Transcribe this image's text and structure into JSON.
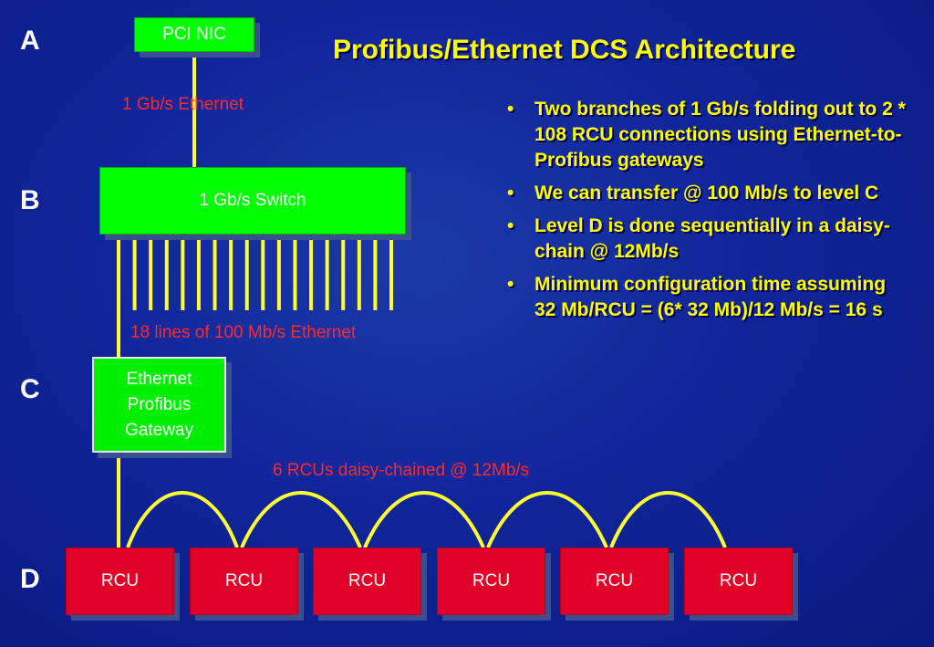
{
  "title": "Profibus/Ethernet DCS Architecture",
  "levels": [
    "A",
    "B",
    "C",
    "D"
  ],
  "nodes": {
    "nic": "PCI NIC",
    "switch": "1 Gb/s Switch",
    "gateway": [
      "Ethernet",
      "Profibus",
      "Gateway"
    ],
    "rcus": [
      "RCU",
      "RCU",
      "RCU",
      "RCU",
      "RCU",
      "RCU"
    ]
  },
  "link_labels": {
    "gigabit": "1 Gb/s  Ethernet",
    "lines100": "18 lines of 100 Mb/s Ethernet",
    "daisy": "6 RCUs daisy-chained @ 12Mb/s"
  },
  "bullets": [
    "Two branches of 1 Gb/s folding out to 2 * 108 RCU connections using Ethernet-to-Profibus gateways",
    "We can transfer @ 100 Mb/s to level C",
    "Level D is done sequentially in a daisy-chain @ 12Mb/s",
    "Minimum configuration time assuming 32 Mb/RCU = (6* 32 Mb)/12 Mb/s = 16 s"
  ],
  "switch_line_count": 18,
  "colors": {
    "background": "#10259a",
    "title": "#ffff00",
    "link": "#ffff33",
    "green_box": "#00ff00",
    "red_box": "#e00028",
    "red_label": "#ff2a2a"
  }
}
